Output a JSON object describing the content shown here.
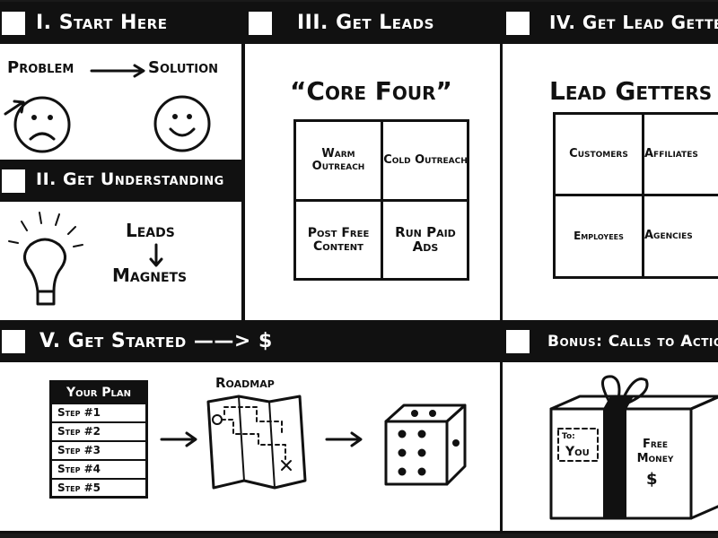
{
  "panels": {
    "p1": {
      "header": "I. Start Here",
      "problem": "Problem",
      "solution": "Solution"
    },
    "p2": {
      "header": "II. Get Understanding",
      "leads": "Leads",
      "magnets": "Magnets"
    },
    "p3": {
      "header": "III. Get Leads",
      "title": "“Core Four”",
      "cells": [
        "Warm Outreach",
        "Cold Outreach",
        "Post Free Content",
        "Run Paid Ads"
      ]
    },
    "p4": {
      "header": "IV. Get Lead Getters",
      "title": "Lead Getters",
      "cells": [
        "Customers",
        "Affiliates",
        "Employees",
        "Agencies"
      ]
    },
    "p5": {
      "header": "V. Get Started ——> $",
      "plan_title": "Your Plan",
      "steps": [
        "Step #1",
        "Step #2",
        "Step #3",
        "Step #4",
        "Step #5"
      ],
      "roadmap": "Roadmap"
    },
    "p6": {
      "header": "Bonus: Calls to Action",
      "tag_to": "To:",
      "tag_you": "You",
      "gift_text": "Free Money",
      "gift_dollar": "$"
    }
  },
  "colors": {
    "ink": "#111111",
    "paper": "#ffffff"
  },
  "icons": [
    "sad-face-icon",
    "happy-face-icon",
    "lightbulb-icon",
    "down-arrow-icon",
    "roadmap-icon",
    "dice-icon",
    "gift-box-icon",
    "right-arrow-icon"
  ]
}
